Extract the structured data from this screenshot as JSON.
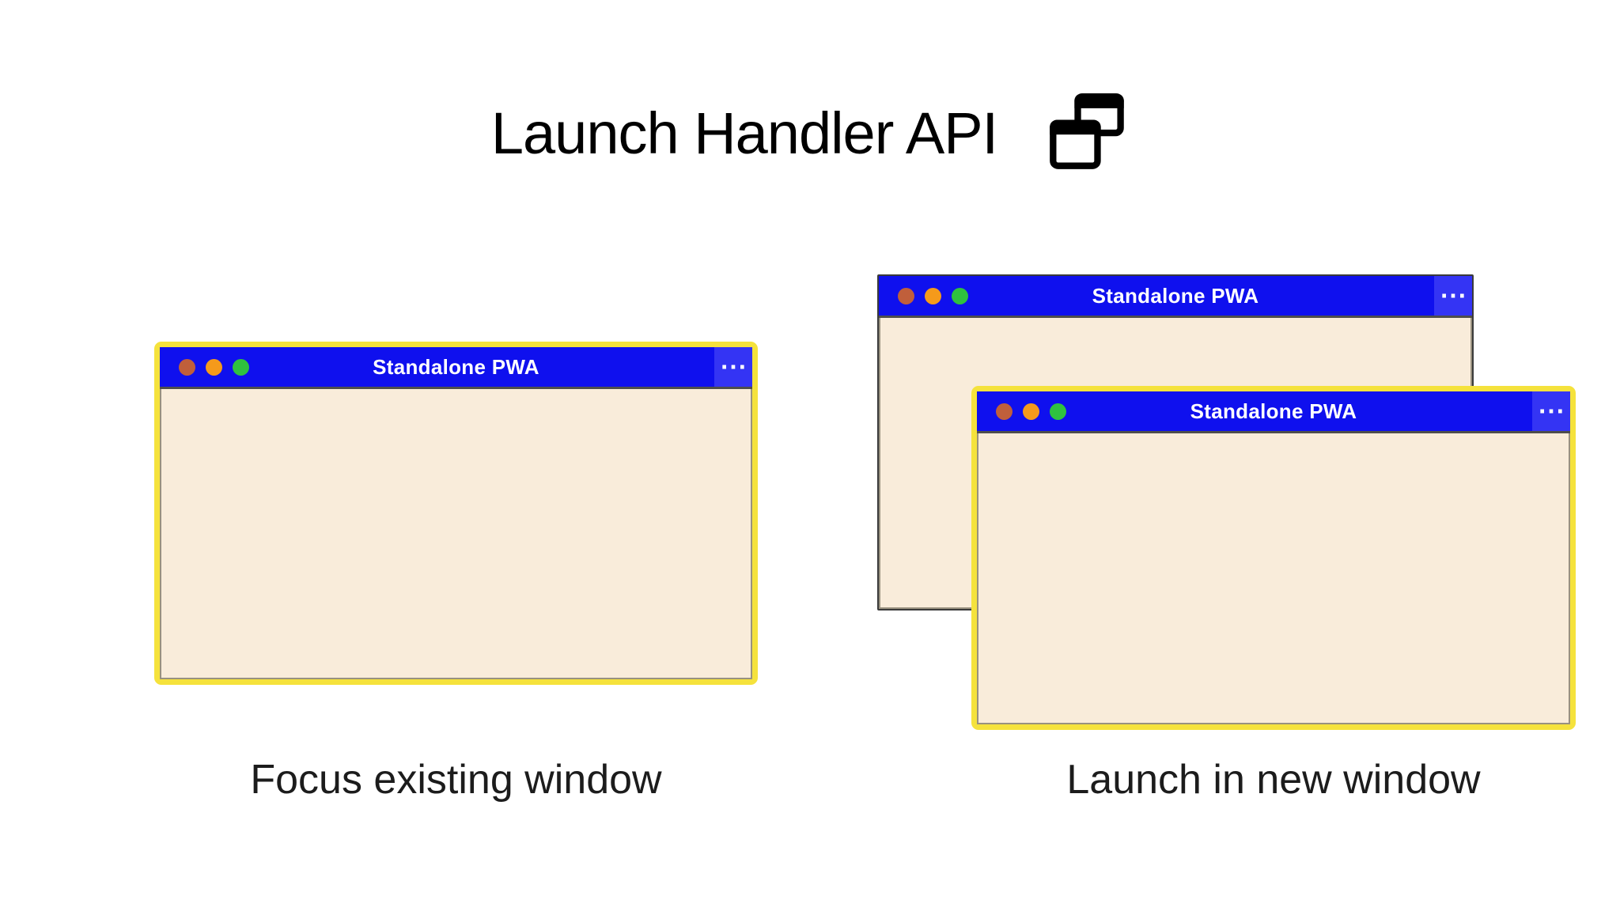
{
  "header": {
    "title": "Launch Handler API",
    "icon": "overlapping-windows-icon"
  },
  "scenarios": {
    "focus_existing": {
      "caption": "Focus existing window",
      "window": {
        "title": "Standalone PWA",
        "menu_icon": "⋯",
        "highlight": "yellow"
      }
    },
    "launch_new": {
      "caption": "Launch in new window",
      "back_window": {
        "title": "Standalone PWA",
        "menu_icon": "⋯",
        "highlight": "none"
      },
      "front_window": {
        "title": "Standalone PWA",
        "menu_icon": "⋯",
        "highlight": "yellow"
      }
    }
  },
  "colors": {
    "titlebar_blue": "#0f10ee",
    "menu_button_blue": "#3434f4",
    "window_body_cream": "#f9ecda",
    "highlight_yellow": "#f5e23c",
    "plain_border_gray": "#3a3a3a",
    "dot_red": "#c05f3b",
    "dot_orange": "#f59a1b",
    "dot_green": "#2fc23f",
    "caption_text": "#1c1c1c"
  }
}
